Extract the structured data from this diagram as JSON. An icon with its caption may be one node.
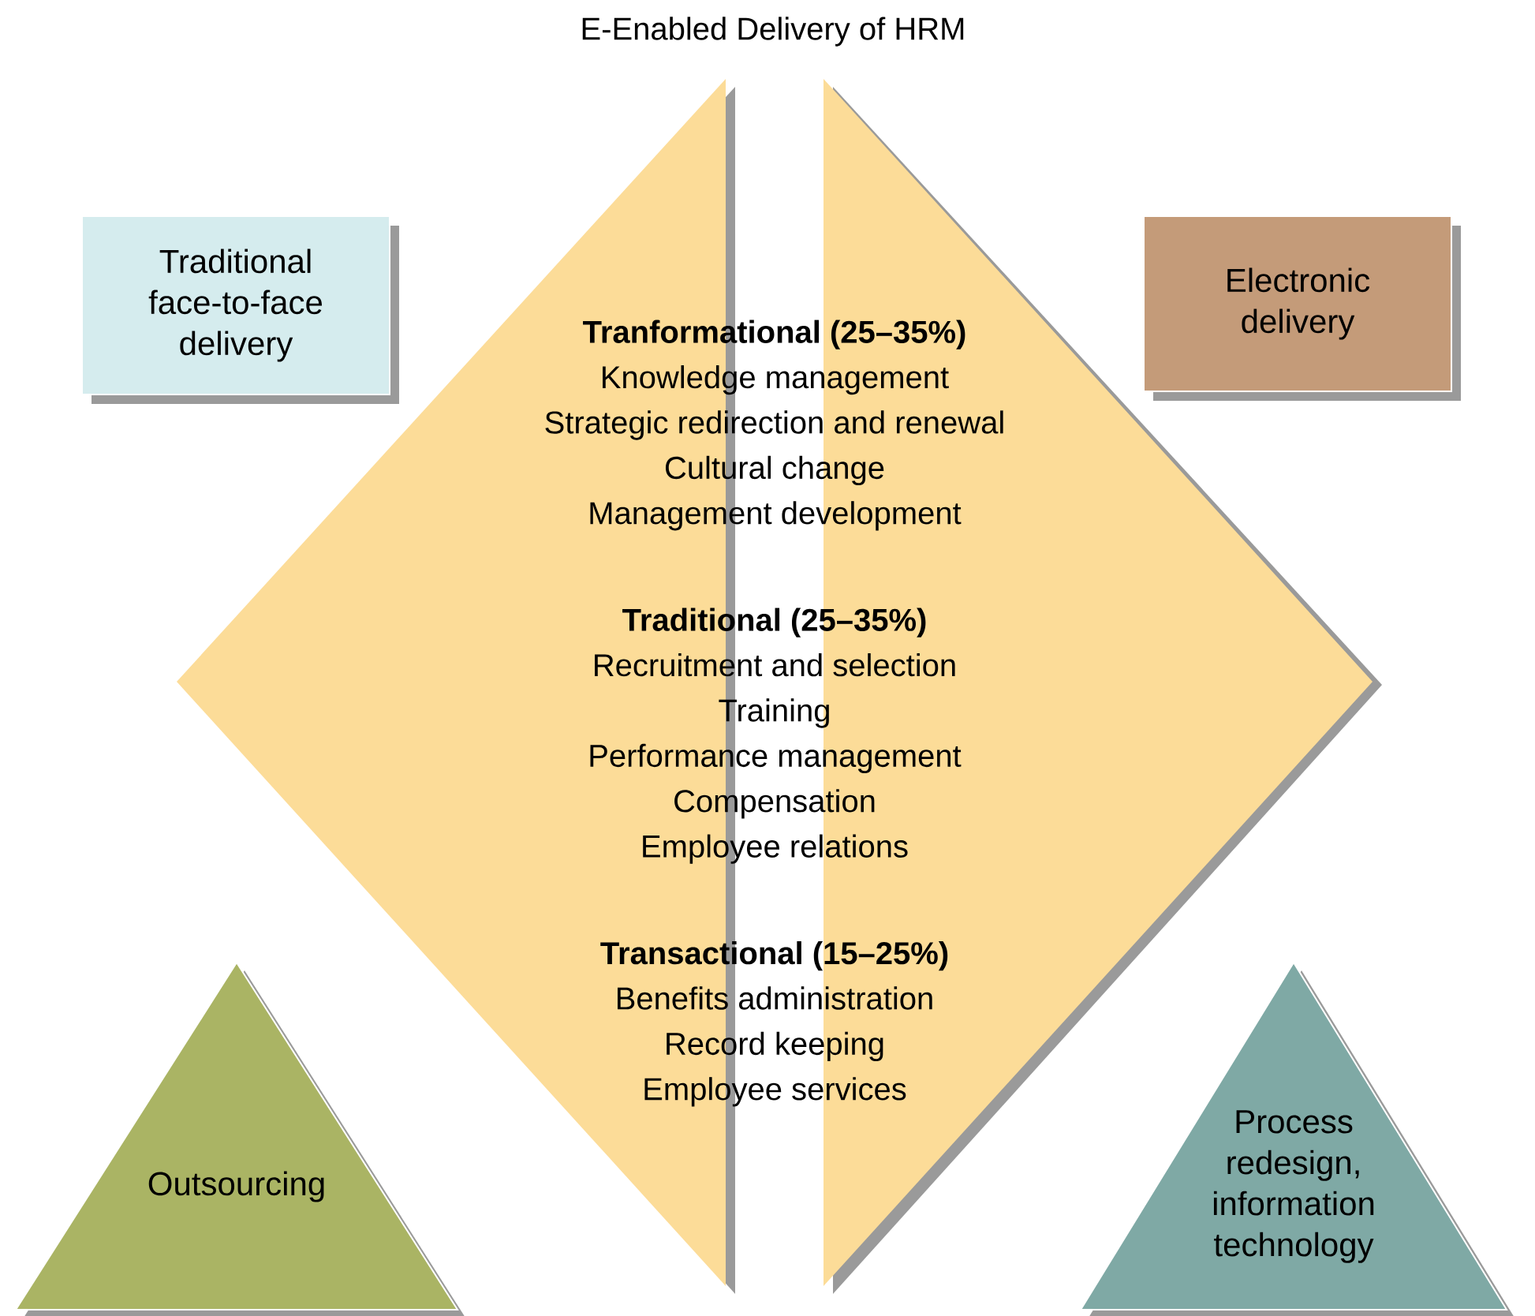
{
  "diagram": {
    "title": "E-Enabled Delivery of HRM",
    "nodes": [
      {
        "text": [
          "Traditional face-to-face delivery"
        ]
      },
      {
        "text": [
          "Electronic delivery"
        ]
      },
      {
        "text": [
          "Tranformational (25–35%)",
          "Knowledge management",
          "Strategic redirection and renewal",
          "Cultural change",
          "Management development",
          "Traditional (25–35%)",
          "Recruitment and selection",
          "Training",
          "Performance management",
          "Compensation",
          "Employee relations",
          "Transactional (15–25%)",
          "Benefits administration",
          "Record keeping",
          "Employee services"
        ]
      },
      {
        "text": [
          "Outsourcing"
        ]
      },
      {
        "text": [
          "Process redesign, information technology"
        ]
      }
    ],
    "edges": []
  }
}
